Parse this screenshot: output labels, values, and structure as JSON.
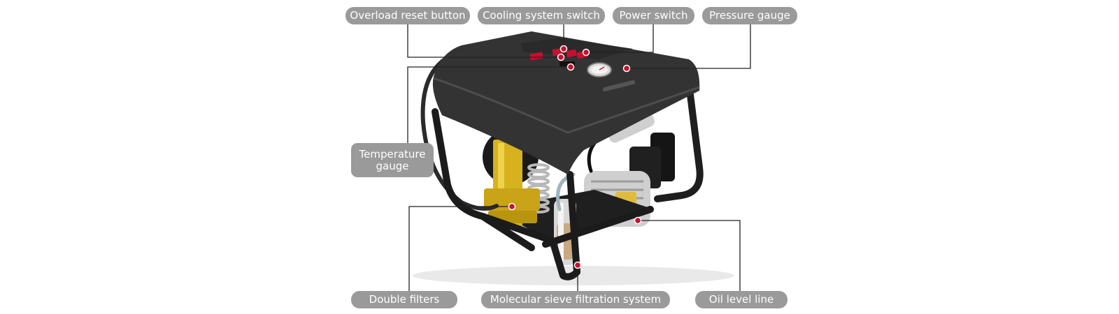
{
  "labels": {
    "overload_reset_button": "Overload reset button",
    "cooling_system_switch": "Cooling system switch",
    "power_switch": "Power switch",
    "pressure_gauge": "Pressure gauge",
    "temperature_gauge": "Temperature gauge",
    "double_filters": "Double filters",
    "molecular_sieve_filtration_system": "Molecular sieve filtration system",
    "oil_level_line": "Oil level line"
  },
  "colors": {
    "label_background": "#9a9a9a",
    "label_text": "#ffffff",
    "leader_line": "#222222",
    "marker": "#c8102e",
    "machine_body": "#3a3a3a",
    "filter_housing": "#d6b21e"
  }
}
